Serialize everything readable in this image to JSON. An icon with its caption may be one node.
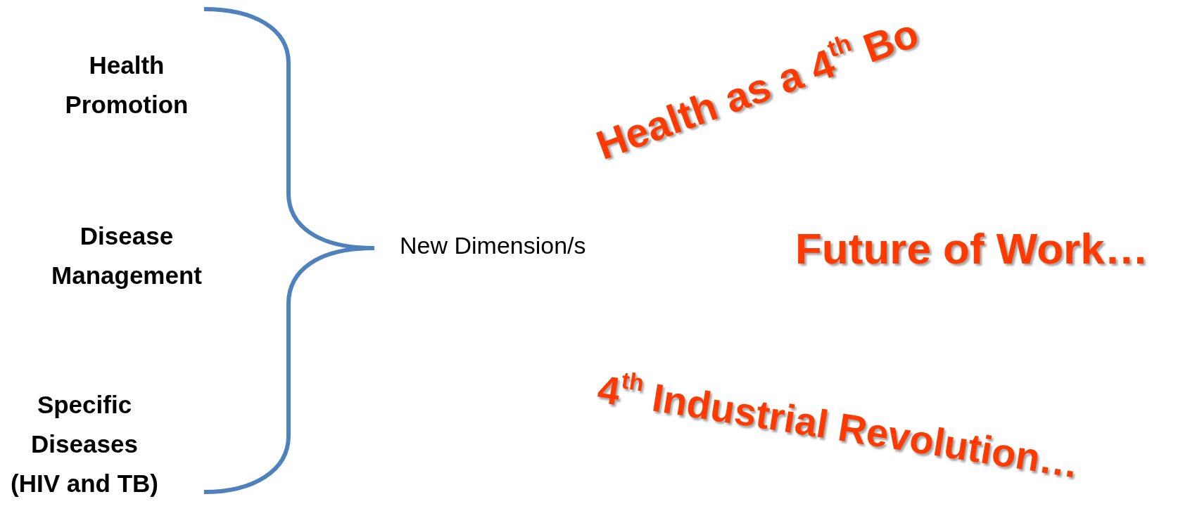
{
  "diagram": {
    "labels": [
      "Health Promotion",
      "Disease Management",
      "Specific Diseases (HIV and TB)",
      "New Dimension/s",
      "Health as a 4$^{th}$ Bo",
      "Future of Work…",
      "4$^{th}$ Industrial Revolution…"
    ]
  }
}
